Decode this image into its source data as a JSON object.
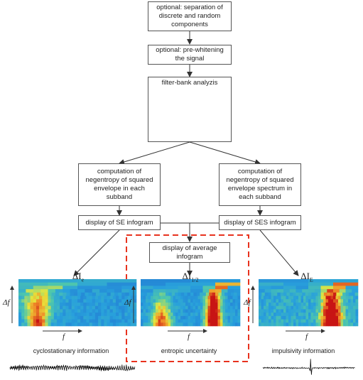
{
  "boxes": {
    "separation": "optional: separation of\ndiscrete and random\ncomponents",
    "prewhiten": "optional: pre-whitening\nthe signal",
    "filterbank": "filter-bank analyzis",
    "ne_se": "computation of\nnegentropy of squared\nenvelope in each\nsubband",
    "ne_ses": "computation of\nnegentropy of squared\nenvelope spectrum in\neach subband",
    "display_se": "display of SE infogram",
    "display_ses": "display of SES infogram",
    "display_avg": "display of average\ninfogram"
  },
  "filterbank_axis": {
    "y": "Δf",
    "x": "f"
  },
  "infograms": [
    {
      "title_main": "ΔI",
      "title_sub": "e",
      "caption": "cyclostationary information"
    },
    {
      "title_main": "ΔI",
      "title_sub": "1/2",
      "caption": "entropic uncertainty"
    },
    {
      "title_main": "ΔI",
      "title_sub": "E",
      "caption": "impulsivity information"
    }
  ],
  "axis_labels": {
    "y": "Δf",
    "x": "f"
  },
  "colors": {
    "box_border": "#555555",
    "dashed_highlight": "#e8321e",
    "heat_bg": "#1f5fd1"
  }
}
